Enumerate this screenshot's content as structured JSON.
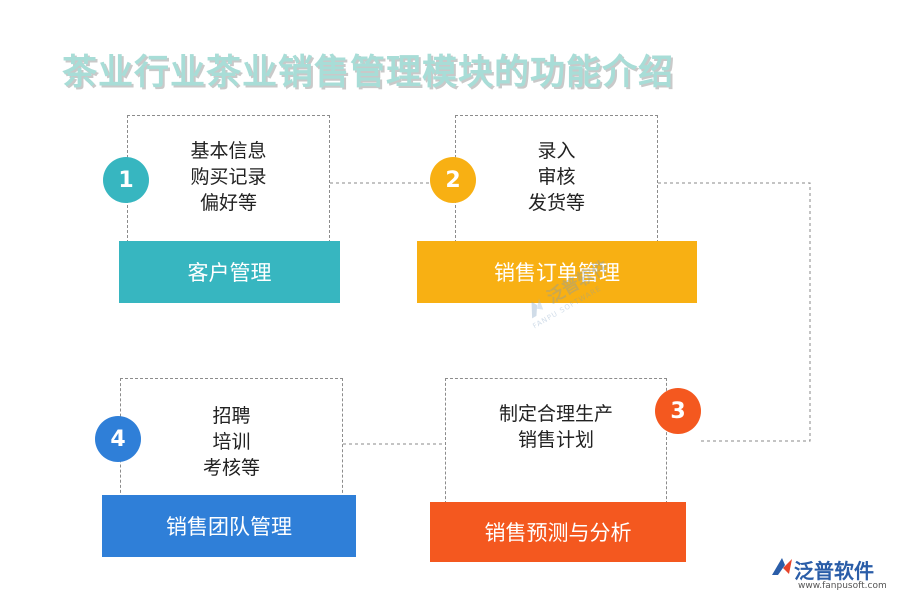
{
  "title": "茶业行业茶业销售管理模块的功能介绍",
  "colors": {
    "teal": "#37b6c0",
    "yellow": "#f8b013",
    "orange": "#f4581f",
    "blue": "#2f7fd8"
  },
  "modules": [
    {
      "number": "1",
      "name": "客户管理",
      "details": [
        "基本信息",
        "购买记录",
        "偏好等"
      ],
      "color": "teal"
    },
    {
      "number": "2",
      "name": "销售订单管理",
      "details": [
        "录入",
        "审核",
        "发货等"
      ],
      "color": "yellow"
    },
    {
      "number": "3",
      "name": "销售预测与分析",
      "details": [
        "制定合理生产",
        "销售计划"
      ],
      "color": "orange"
    },
    {
      "number": "4",
      "name": "销售团队管理",
      "details": [
        "招聘",
        "培训",
        "考核等"
      ],
      "color": "blue"
    }
  ],
  "watermark": {
    "name": "泛普软件",
    "sub": "FANPU SOFTWARE"
  },
  "logo": {
    "name": "泛普软件",
    "url": "www.fanpusoft.com"
  }
}
